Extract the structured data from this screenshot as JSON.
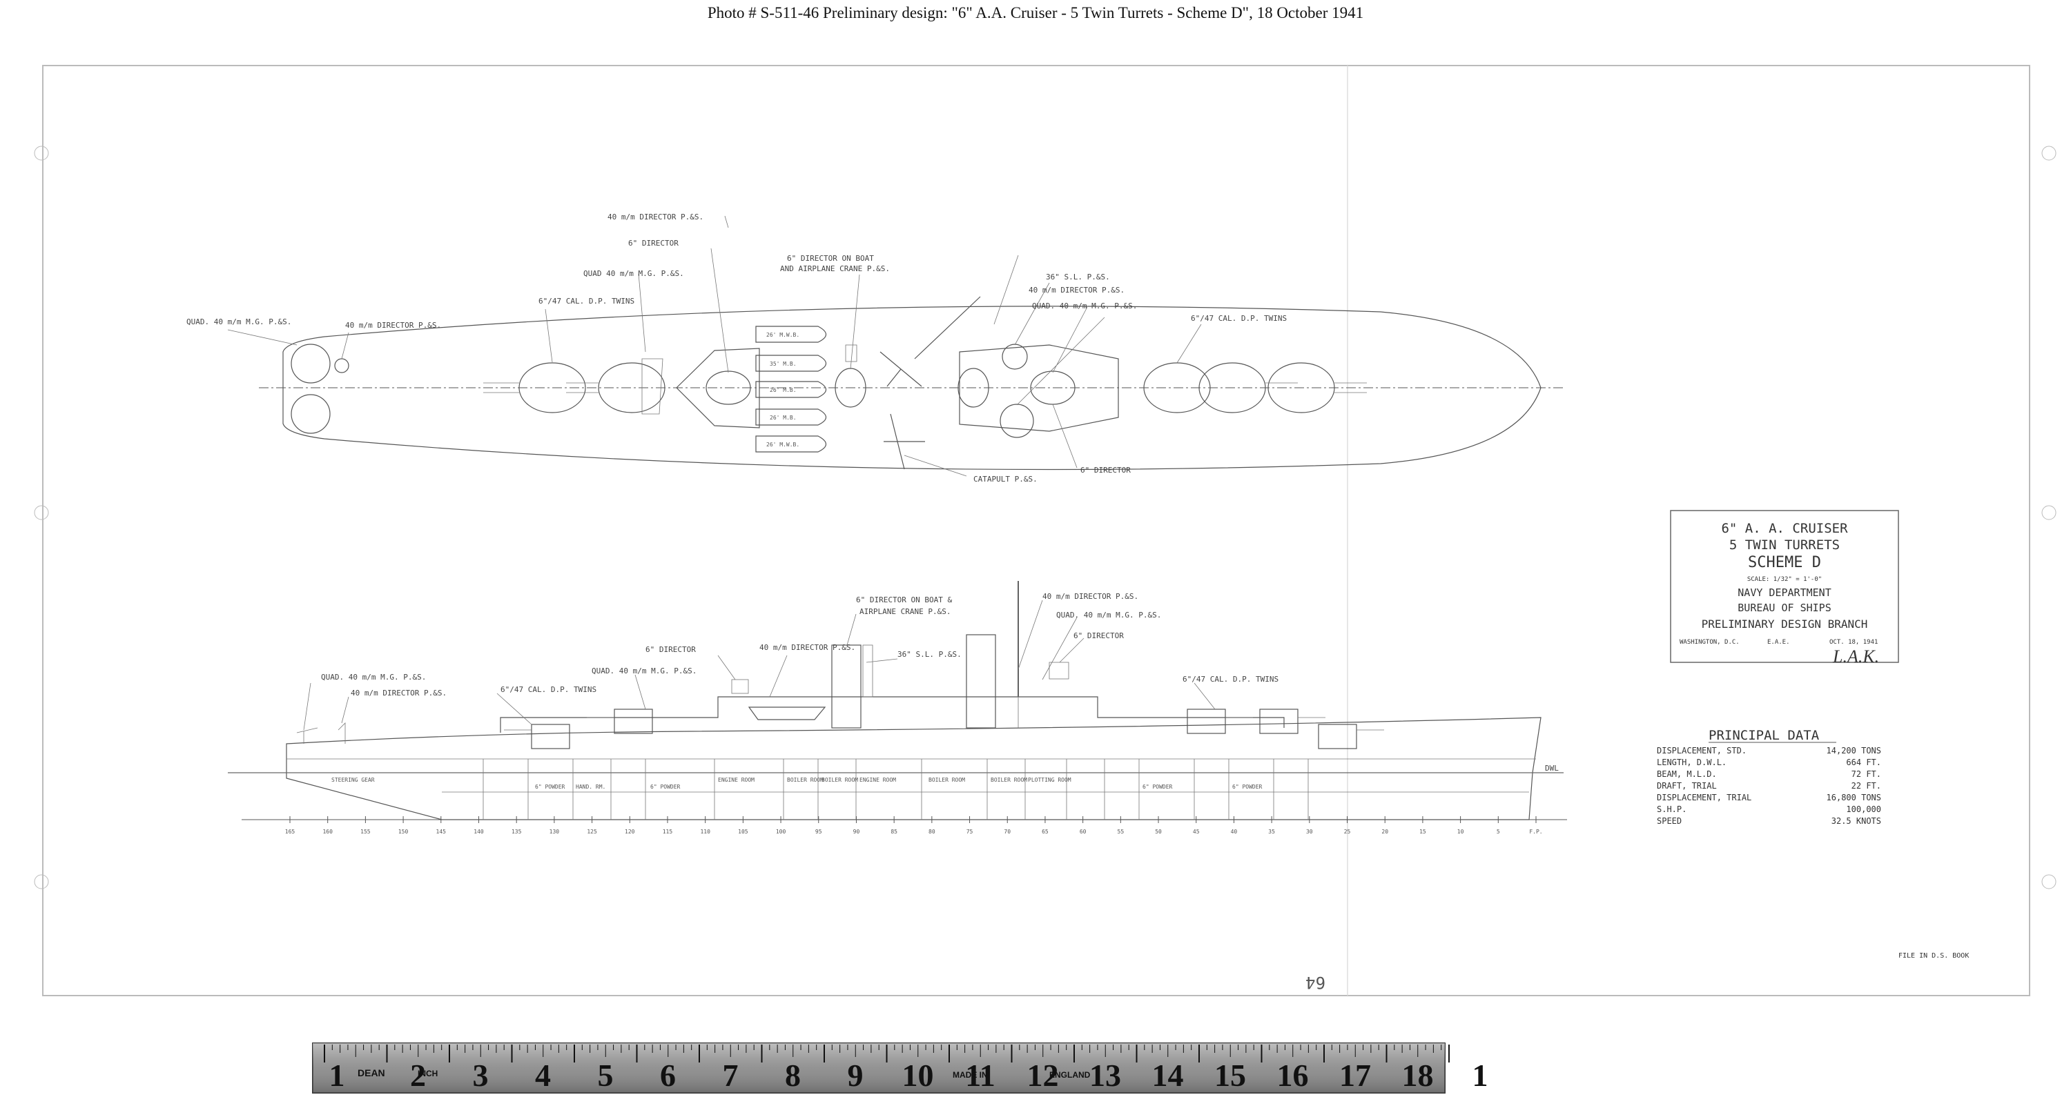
{
  "caption": "Photo # S-511-46    Preliminary design:  \"6\" A.A. Cruiser - 5 Twin Turrets - Scheme D\", 18 October 1941",
  "plan_labels": [
    {
      "id": "quad-40-aft",
      "text": "QUAD. 40 m/m M.G. P.&S."
    },
    {
      "id": "dir-40-aft",
      "text": "40 m/m DIRECTOR P.&S."
    },
    {
      "id": "twin-aft",
      "text": "6\"/47 CAL. D.P. TWINS"
    },
    {
      "id": "quad-40-mid",
      "text": "QUAD 40 m/m M.G. P.&S."
    },
    {
      "id": "dir6-aft",
      "text": "6\" DIRECTOR"
    },
    {
      "id": "dir-40-top",
      "text": "40 m/m DIRECTOR P.&S."
    },
    {
      "id": "dir6-boat",
      "text": "6\" DIRECTOR ON BOAT"
    },
    {
      "id": "crane",
      "text": "AND AIRPLANE CRANE P.&S."
    },
    {
      "id": "sl36",
      "text": "36\" S.L. P.&S."
    },
    {
      "id": "dir-40-fwd",
      "text": "40 m/m DIRECTOR P.&S."
    },
    {
      "id": "quad-40-fwd",
      "text": "QUAD. 40 m/m M.G. P.&S."
    },
    {
      "id": "twin-fwd",
      "text": "6\"/47 CAL. D.P. TWINS"
    },
    {
      "id": "catapult",
      "text": "CATAPULT P.&S."
    },
    {
      "id": "dir6-fwd",
      "text": "6\" DIRECTOR"
    }
  ],
  "boats": [
    "26' M.W.B.",
    "35' M.B.",
    "26' M.B.",
    "26' M.B.",
    "26' M.W.B."
  ],
  "profile_labels": [
    {
      "id": "p-quad-40-aft",
      "text": "QUAD. 40 m/m M.G. P.&S."
    },
    {
      "id": "p-dir-40-aft",
      "text": "40 m/m DIRECTOR P.&S."
    },
    {
      "id": "p-twin-aft",
      "text": "6\"/47 CAL. D.P. TWINS"
    },
    {
      "id": "p-quad-40-mid",
      "text": "QUAD. 40 m/m M.G. P.&S."
    },
    {
      "id": "p-dir6-aft",
      "text": "6\" DIRECTOR"
    },
    {
      "id": "p-dir-40-top",
      "text": "40 m/m DIRECTOR P.&S."
    },
    {
      "id": "p-dir6-boat",
      "text": "6\" DIRECTOR ON BOAT &"
    },
    {
      "id": "p-crane",
      "text": "AIRPLANE CRANE P.&S."
    },
    {
      "id": "p-sl36",
      "text": "36\" S.L. P.&S."
    },
    {
      "id": "p-dir-40-fwd",
      "text": "40 m/m DIRECTOR P.&S."
    },
    {
      "id": "p-quad-40-fwd",
      "text": "QUAD. 40 m/m M.G. P.&S."
    },
    {
      "id": "p-dir6-fwd",
      "text": "6\" DIRECTOR"
    },
    {
      "id": "p-twin-fwd",
      "text": "6\"/47 CAL. D.P. TWINS"
    }
  ],
  "compartments": [
    {
      "id": "steering",
      "text": "STEERING GEAR"
    },
    {
      "id": "powder1",
      "text": "6\" POWDER"
    },
    {
      "id": "handrm1",
      "text": "HAND. RM."
    },
    {
      "id": "powder2",
      "text": "6\" POWDER"
    },
    {
      "id": "engine1",
      "text": "ENGINE ROOM"
    },
    {
      "id": "boiler1",
      "text": "BOILER ROOM"
    },
    {
      "id": "boiler2",
      "text": "BOILER ROOM"
    },
    {
      "id": "engine2",
      "text": "ENGINE ROOM"
    },
    {
      "id": "boiler3",
      "text": "BOILER ROOM"
    },
    {
      "id": "boiler4",
      "text": "BOILER ROOM"
    },
    {
      "id": "plotting",
      "text": "PLOTTING ROOM"
    },
    {
      "id": "powder3",
      "text": "6\" POWDER"
    },
    {
      "id": "powder4",
      "text": "6\" POWDER"
    }
  ],
  "frames": [
    "165",
    "160",
    "155",
    "150",
    "145",
    "140",
    "135",
    "130",
    "125",
    "120",
    "115",
    "110",
    "105",
    "100",
    "95",
    "90",
    "85",
    "80",
    "75",
    "70",
    "65",
    "60",
    "55",
    "50",
    "45",
    "40",
    "35",
    "30",
    "25",
    "20",
    "15",
    "10",
    "5",
    "F.P."
  ],
  "waterline_label": "DWL",
  "title_block": {
    "line1": "6\" A. A. CRUISER",
    "line2": "5 TWIN TURRETS",
    "line3": "SCHEME D",
    "scale": "SCALE: 1/32\" = 1'-0\"",
    "dept": "NAVY DEPARTMENT",
    "bureau": "BUREAU OF SHIPS",
    "branch": "PRELIMINARY DESIGN BRANCH",
    "place": "WASHINGTON, D.C.",
    "initials": "E.A.E.",
    "date": "OCT. 18, 1941",
    "signature": "L.A.K."
  },
  "principal_data": {
    "heading": "PRINCIPAL DATA",
    "rows": [
      {
        "label": "DISPLACEMENT, STD.",
        "value": "14,200 TONS"
      },
      {
        "label": "LENGTH, D.W.L.",
        "value": "664 FT."
      },
      {
        "label": "BEAM, M.L.D.",
        "value": "72 FT."
      },
      {
        "label": "DRAFT, TRIAL",
        "value": "22 FT."
      },
      {
        "label": "DISPLACEMENT, TRIAL",
        "value": "16,800 TONS"
      },
      {
        "label": "S.H.P.",
        "value": "100,000"
      },
      {
        "label": "SPEED",
        "value": "32.5 KNOTS"
      }
    ]
  },
  "file_note": "FILE IN D.S. BOOK",
  "sheet_number": "64",
  "ruler": {
    "labels": [
      "DEAN",
      "INCH",
      "MADE IN",
      "ENGLAND"
    ],
    "numbers": [
      "1",
      "2",
      "3",
      "4",
      "5",
      "6",
      "7",
      "8",
      "9",
      "10",
      "11",
      "12",
      "13",
      "14",
      "15",
      "16",
      "17",
      "18",
      "1"
    ]
  }
}
